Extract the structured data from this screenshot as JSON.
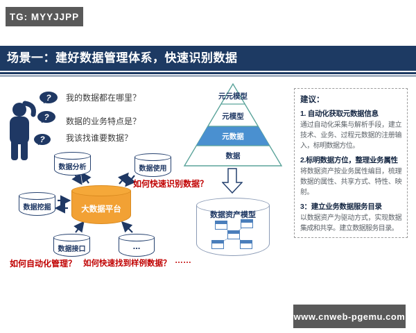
{
  "watermark": {
    "label": "TG: MYYJJPP"
  },
  "banner": {
    "title": "场景一：建好数据管理体系，快速识别数据"
  },
  "questions": {
    "bubble_glyph": "?",
    "items": [
      "我的数据都在哪里？",
      "数据的业务特点是？",
      "我该找谁要数据？"
    ]
  },
  "platform_diagram": {
    "hub_label": "大数据平台",
    "nodes": [
      {
        "label": "数据分析"
      },
      {
        "label": "数据使用"
      },
      {
        "label": "数据挖掘"
      },
      {
        "label": "数据接口"
      },
      {
        "label": "..."
      }
    ],
    "annotations": {
      "identify": "如何快速识别数据？",
      "automate": "如何自动化管理？",
      "find_sample": "如何快速找到样例数据？",
      "ellipsis": "……"
    }
  },
  "pyramid": {
    "layers": [
      {
        "label": "元元模型"
      },
      {
        "label": "元模型"
      },
      {
        "label": "元数据"
      },
      {
        "label": "数据"
      }
    ]
  },
  "asset_model": {
    "label": "数据资产模型"
  },
  "suggestions": {
    "title": "建议：",
    "items": [
      {
        "heading": "1. 自动化获取元数据信息",
        "body": "通过自动化采集与解析手段，建立技术、业务、过程元数据的注册输入，标明数据方位。"
      },
      {
        "heading": "2.标明数据方位，整理业务属性",
        "body": "将数据资产按业务属性编目，梳理数据的属性、共享方式、特性、映射。"
      },
      {
        "heading": "3：建立业务数据服务目录",
        "body": "以数据资产为驱动方式，实现数据集成和共享。建立数据服务目录。"
      }
    ]
  },
  "footer": {
    "website": "www.cnweb-pgemu.com"
  },
  "colors": {
    "navy": "#1f3864",
    "banner_navy": "#1d3a63",
    "hub_orange": "#f2a134",
    "pyramid_blue_band": "#4a90d0",
    "red_annotation": "#c00000",
    "gray_box": "#595959",
    "pyramid_outline": "#5aa39a"
  }
}
